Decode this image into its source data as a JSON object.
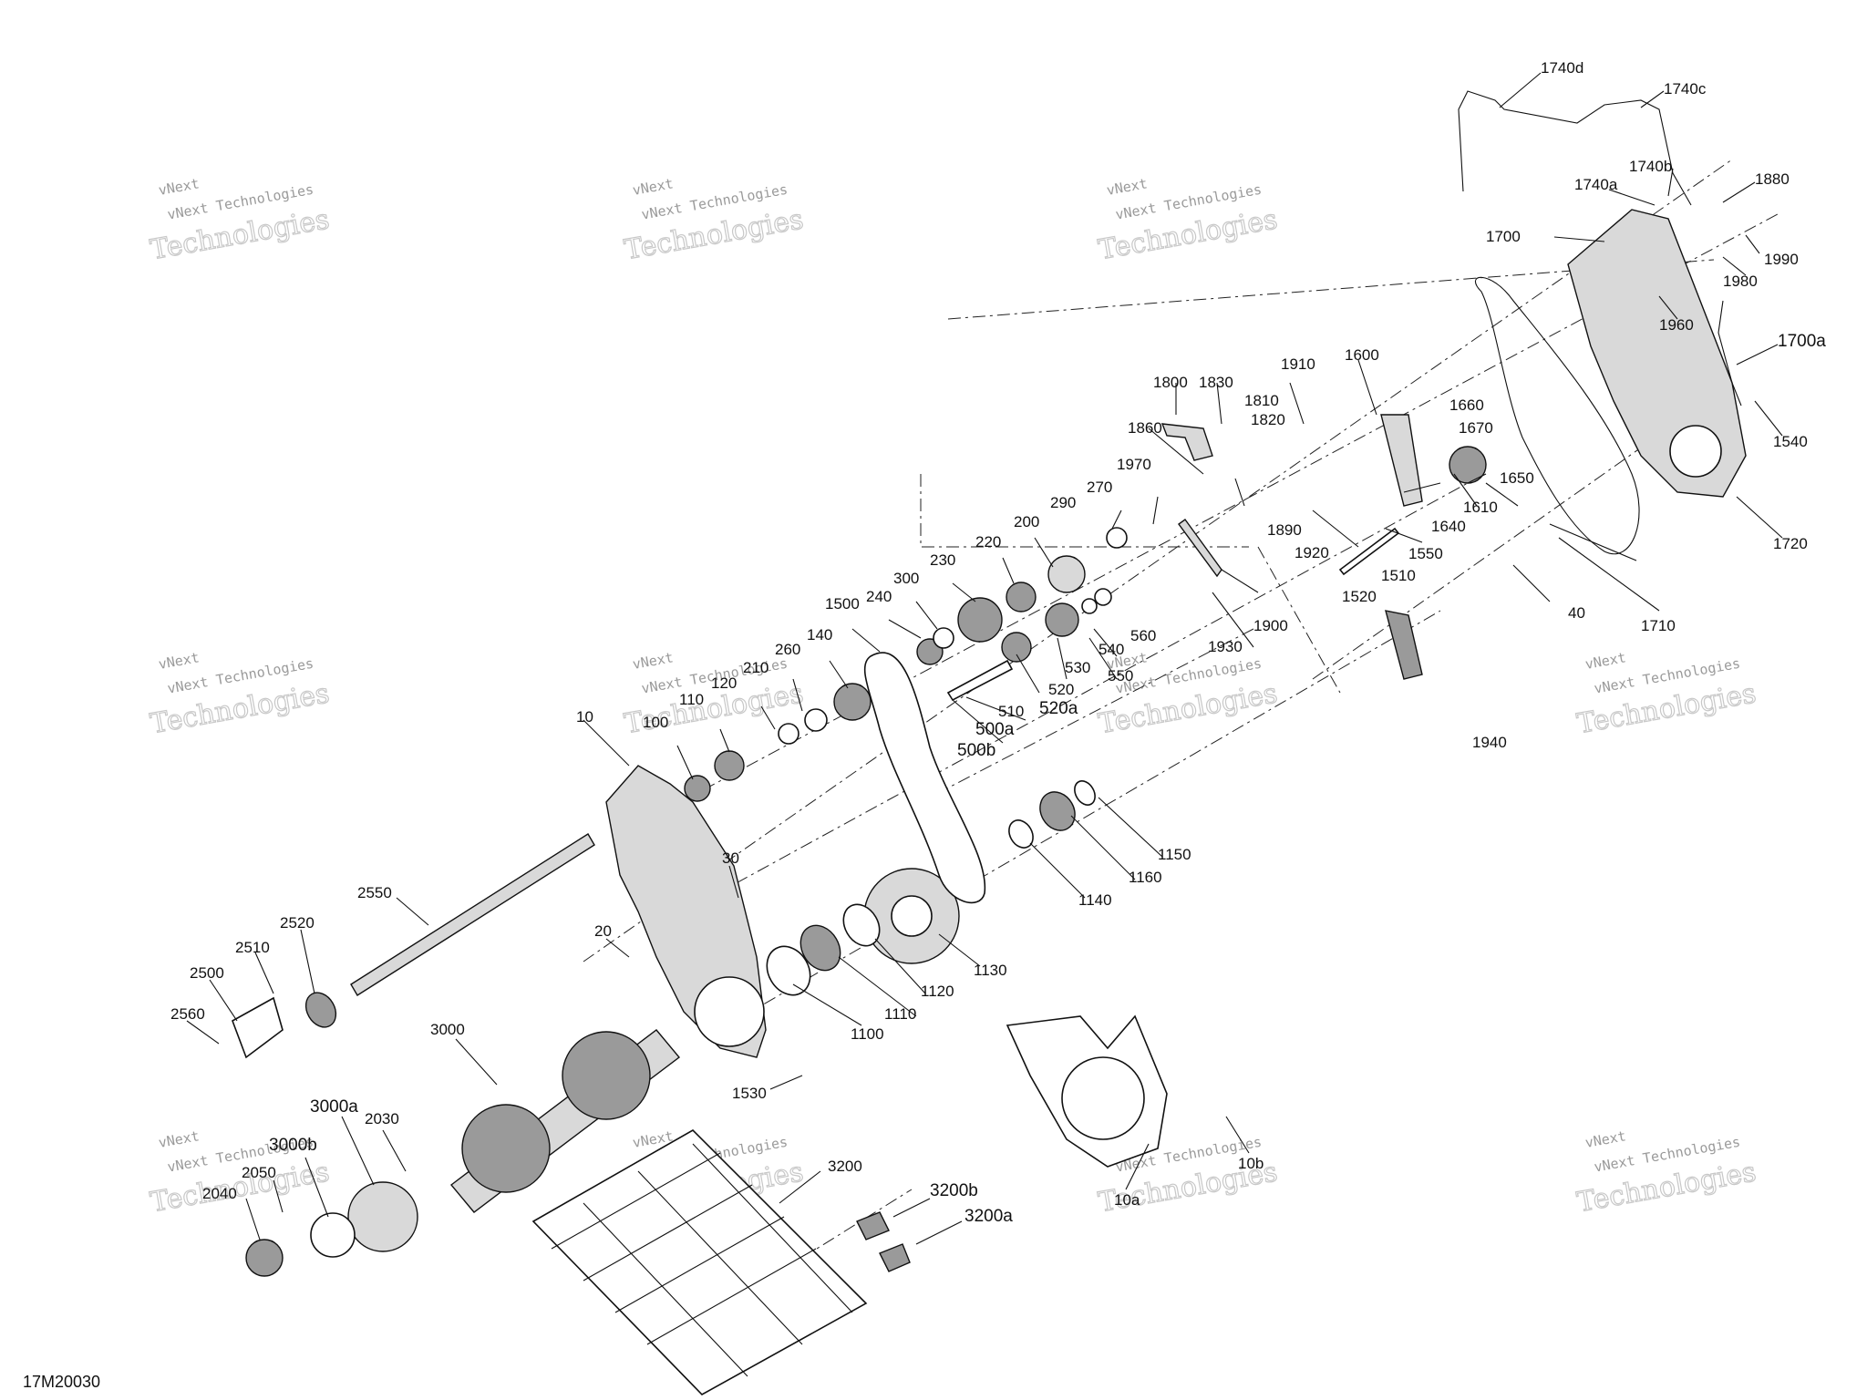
{
  "diagram_ref": "17M20030",
  "watermark": {
    "brand": "vNext",
    "line1": "vNext Technologies",
    "line2": "Technologies"
  },
  "labels": {
    "l1740d": "1740d",
    "l1740c": "1740c",
    "l1740b": "1740b",
    "l1740a": "1740a",
    "l1880": "1880",
    "l1700": "1700",
    "l1990": "1990",
    "l1980": "1980",
    "l1960": "1960",
    "l1700a": "1700a",
    "l1540": "1540",
    "l1720": "1720",
    "l1800": "1800",
    "l1830": "1830",
    "l1910": "1910",
    "l1600": "1600",
    "l1810": "1810",
    "l1820": "1820",
    "l1660": "1660",
    "l1670": "1670",
    "l1860": "1860",
    "l1650": "1650",
    "l1610": "1610",
    "l1640": "1640",
    "l1890": "1890",
    "l1920": "1920",
    "l1550": "1550",
    "l1510": "1510",
    "l1520": "1520",
    "l1970": "1970",
    "l270": "270",
    "l290": "290",
    "l200": "200",
    "l220": "220",
    "l230": "230",
    "l300": "300",
    "l240": "240",
    "l1500": "1500",
    "l560": "560",
    "l540": "540",
    "l530": "530",
    "l550": "550",
    "l520": "520",
    "l520a": "520a",
    "l510": "510",
    "l500a": "500a",
    "l500b": "500b",
    "l1900": "1900",
    "l1930": "1930",
    "l40": "40",
    "l1710": "1710",
    "l1940": "1940",
    "l140": "140",
    "l260": "260",
    "l210": "210",
    "l120": "120",
    "l110": "110",
    "l100": "100",
    "l10": "10",
    "l30": "30",
    "l2550": "2550",
    "l2520": "2520",
    "l2510": "2510",
    "l2500": "2500",
    "l2560": "2560",
    "l20": "20",
    "l1150": "1150",
    "l1160": "1160",
    "l1140": "1140",
    "l1130": "1130",
    "l1120": "1120",
    "l1110": "1110",
    "l1100": "1100",
    "l1530": "1530",
    "l3000": "3000",
    "l3000a": "3000a",
    "l3000b": "3000b",
    "l2030": "2030",
    "l2050": "2050",
    "l2040": "2040",
    "l3200": "3200",
    "l3200b": "3200b",
    "l3200a": "3200a",
    "l10a": "10a",
    "l10b": "10b"
  }
}
